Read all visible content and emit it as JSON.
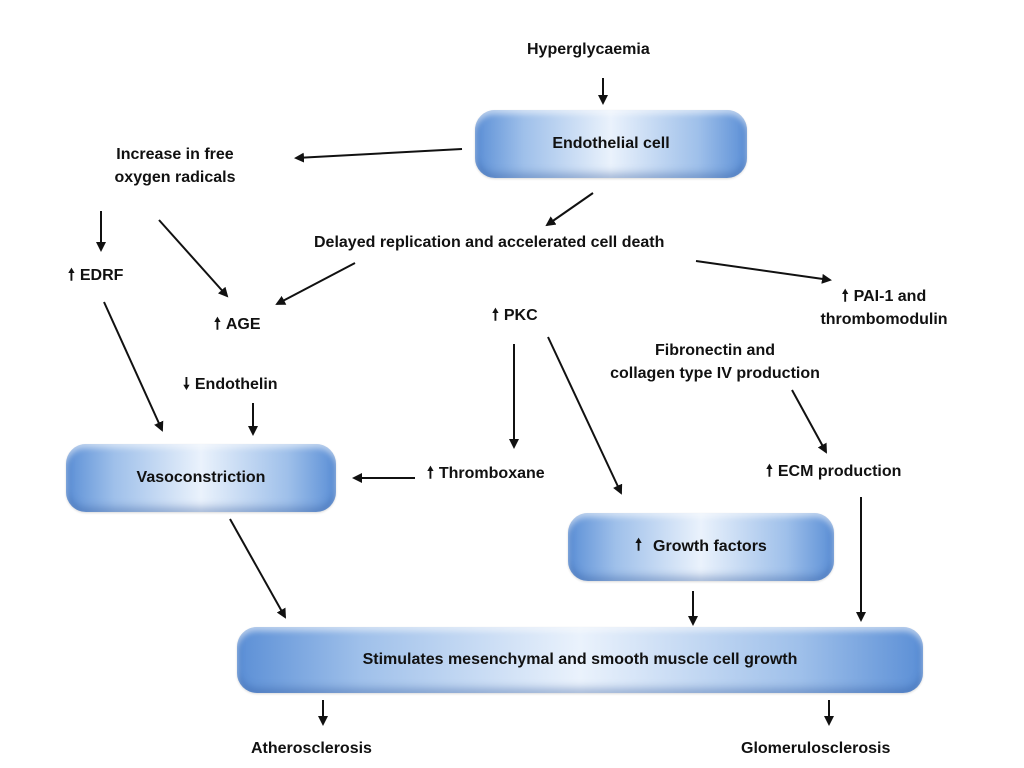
{
  "nodes": {
    "hyperglycaemia": "Hyperglycaemia",
    "endothelial_cell": "Endothelial cell",
    "free_radicals": [
      "Increase in free",
      "oxygen radicals"
    ],
    "delayed_replication": "Delayed replication and accelerated cell death",
    "edrf": "EDRF",
    "age": "AGE",
    "pkc": "PKC",
    "pai1": [
      "PAI-1 and",
      "thrombomodulin"
    ],
    "fibronectin": [
      "Fibronectin and",
      "collagen type IV production"
    ],
    "endothelin": "Endothelin",
    "vasoconstriction": "Vasoconstriction",
    "thromboxane": "Thromboxane",
    "ecm": "ECM production",
    "growth_factors": "Growth factors",
    "stimulates": "Stimulates mesenchymal and smooth muscle cell growth",
    "atherosclerosis": "Atherosclerosis",
    "glomerulosclerosis": "Glomerulosclerosis"
  },
  "indicators": {
    "up": "🠕",
    "down": "🠗"
  },
  "edges": [
    [
      "hyperglycaemia",
      "endothelial_cell"
    ],
    [
      "endothelial_cell",
      "free_radicals"
    ],
    [
      "endothelial_cell",
      "delayed_replication"
    ],
    [
      "free_radicals",
      "edrf"
    ],
    [
      "free_radicals",
      "age"
    ],
    [
      "delayed_replication",
      "age"
    ],
    [
      "delayed_replication",
      "pai1"
    ],
    [
      "edrf",
      "vasoconstriction"
    ],
    [
      "endothelin",
      "vasoconstriction"
    ],
    [
      "pkc",
      "thromboxane"
    ],
    [
      "pkc",
      "growth_factors"
    ],
    [
      "thromboxane",
      "vasoconstriction"
    ],
    [
      "fibronectin",
      "ecm"
    ],
    [
      "vasoconstriction",
      "stimulates"
    ],
    [
      "growth_factors",
      "stimulates"
    ],
    [
      "ecm",
      "stimulates"
    ],
    [
      "stimulates",
      "atherosclerosis"
    ],
    [
      "stimulates",
      "glomerulosclerosis"
    ]
  ],
  "colors": {
    "box_edge": "#5b8fd6",
    "box_center": "#eaf2fc",
    "text": "#111111",
    "arrow": "#111111"
  }
}
